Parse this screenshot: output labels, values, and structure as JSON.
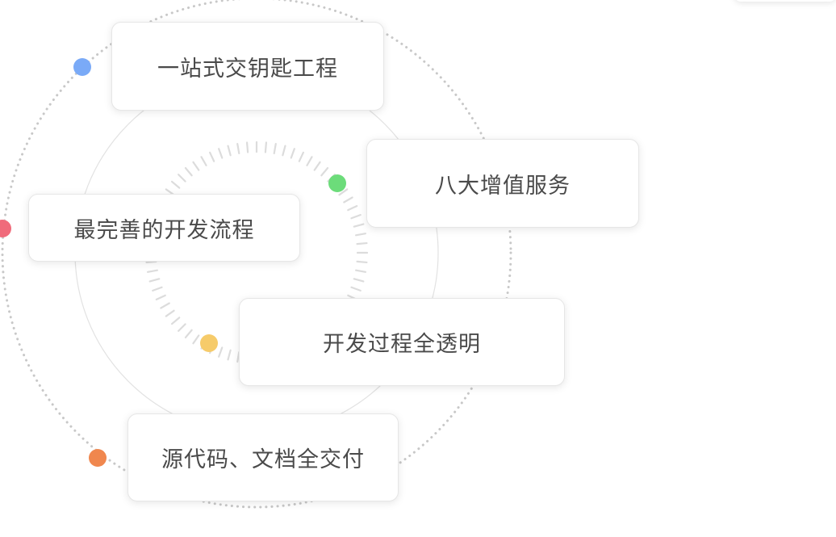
{
  "steps": [
    {
      "label": "一站式交钥匙工程",
      "dot_color": "#7aaaf7"
    },
    {
      "label": "八大增值服务",
      "dot_color": "#6cdc7a"
    },
    {
      "label": "最完善的开发流程",
      "dot_color": "#f06b7b"
    },
    {
      "label": "开发过程全透明",
      "dot_color": "#f6cb6a"
    },
    {
      "label": "源代码、文档全交付",
      "dot_color": "#f0874e"
    }
  ],
  "colors": {
    "ring_dotted": "#c8c8c8",
    "ring_solid": "#e2e2e2",
    "ring_ticks": "#dcdcdc",
    "card_text": "#4a4a4a"
  }
}
